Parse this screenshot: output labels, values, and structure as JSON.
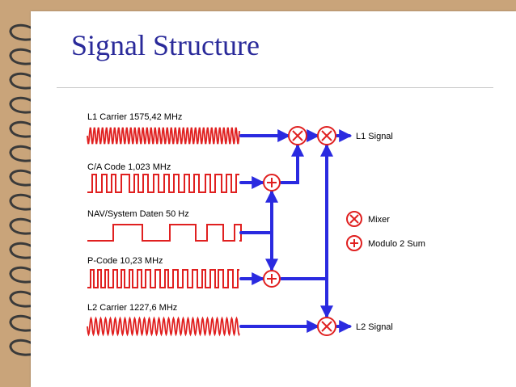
{
  "title": "Signal Structure",
  "signals": [
    {
      "label": "L1 Carrier 1575,42 MHz"
    },
    {
      "label": "C/A Code 1,023 MHz"
    },
    {
      "label": "NAV/System Daten 50 Hz"
    },
    {
      "label": "P-Code 10,23 MHz"
    },
    {
      "label": "L2 Carrier 1227,6 MHz"
    }
  ],
  "outputs": {
    "l1": "L1 Signal",
    "l2": "L2 Signal"
  },
  "legend": {
    "mixer": "Mixer",
    "modulo": "Modulo 2 Sum"
  },
  "colors": {
    "background": "#c9a47a",
    "title": "#2a2a9a",
    "wave": "#e02020",
    "wire": "#2a2ae0",
    "operator": "#e02020"
  }
}
